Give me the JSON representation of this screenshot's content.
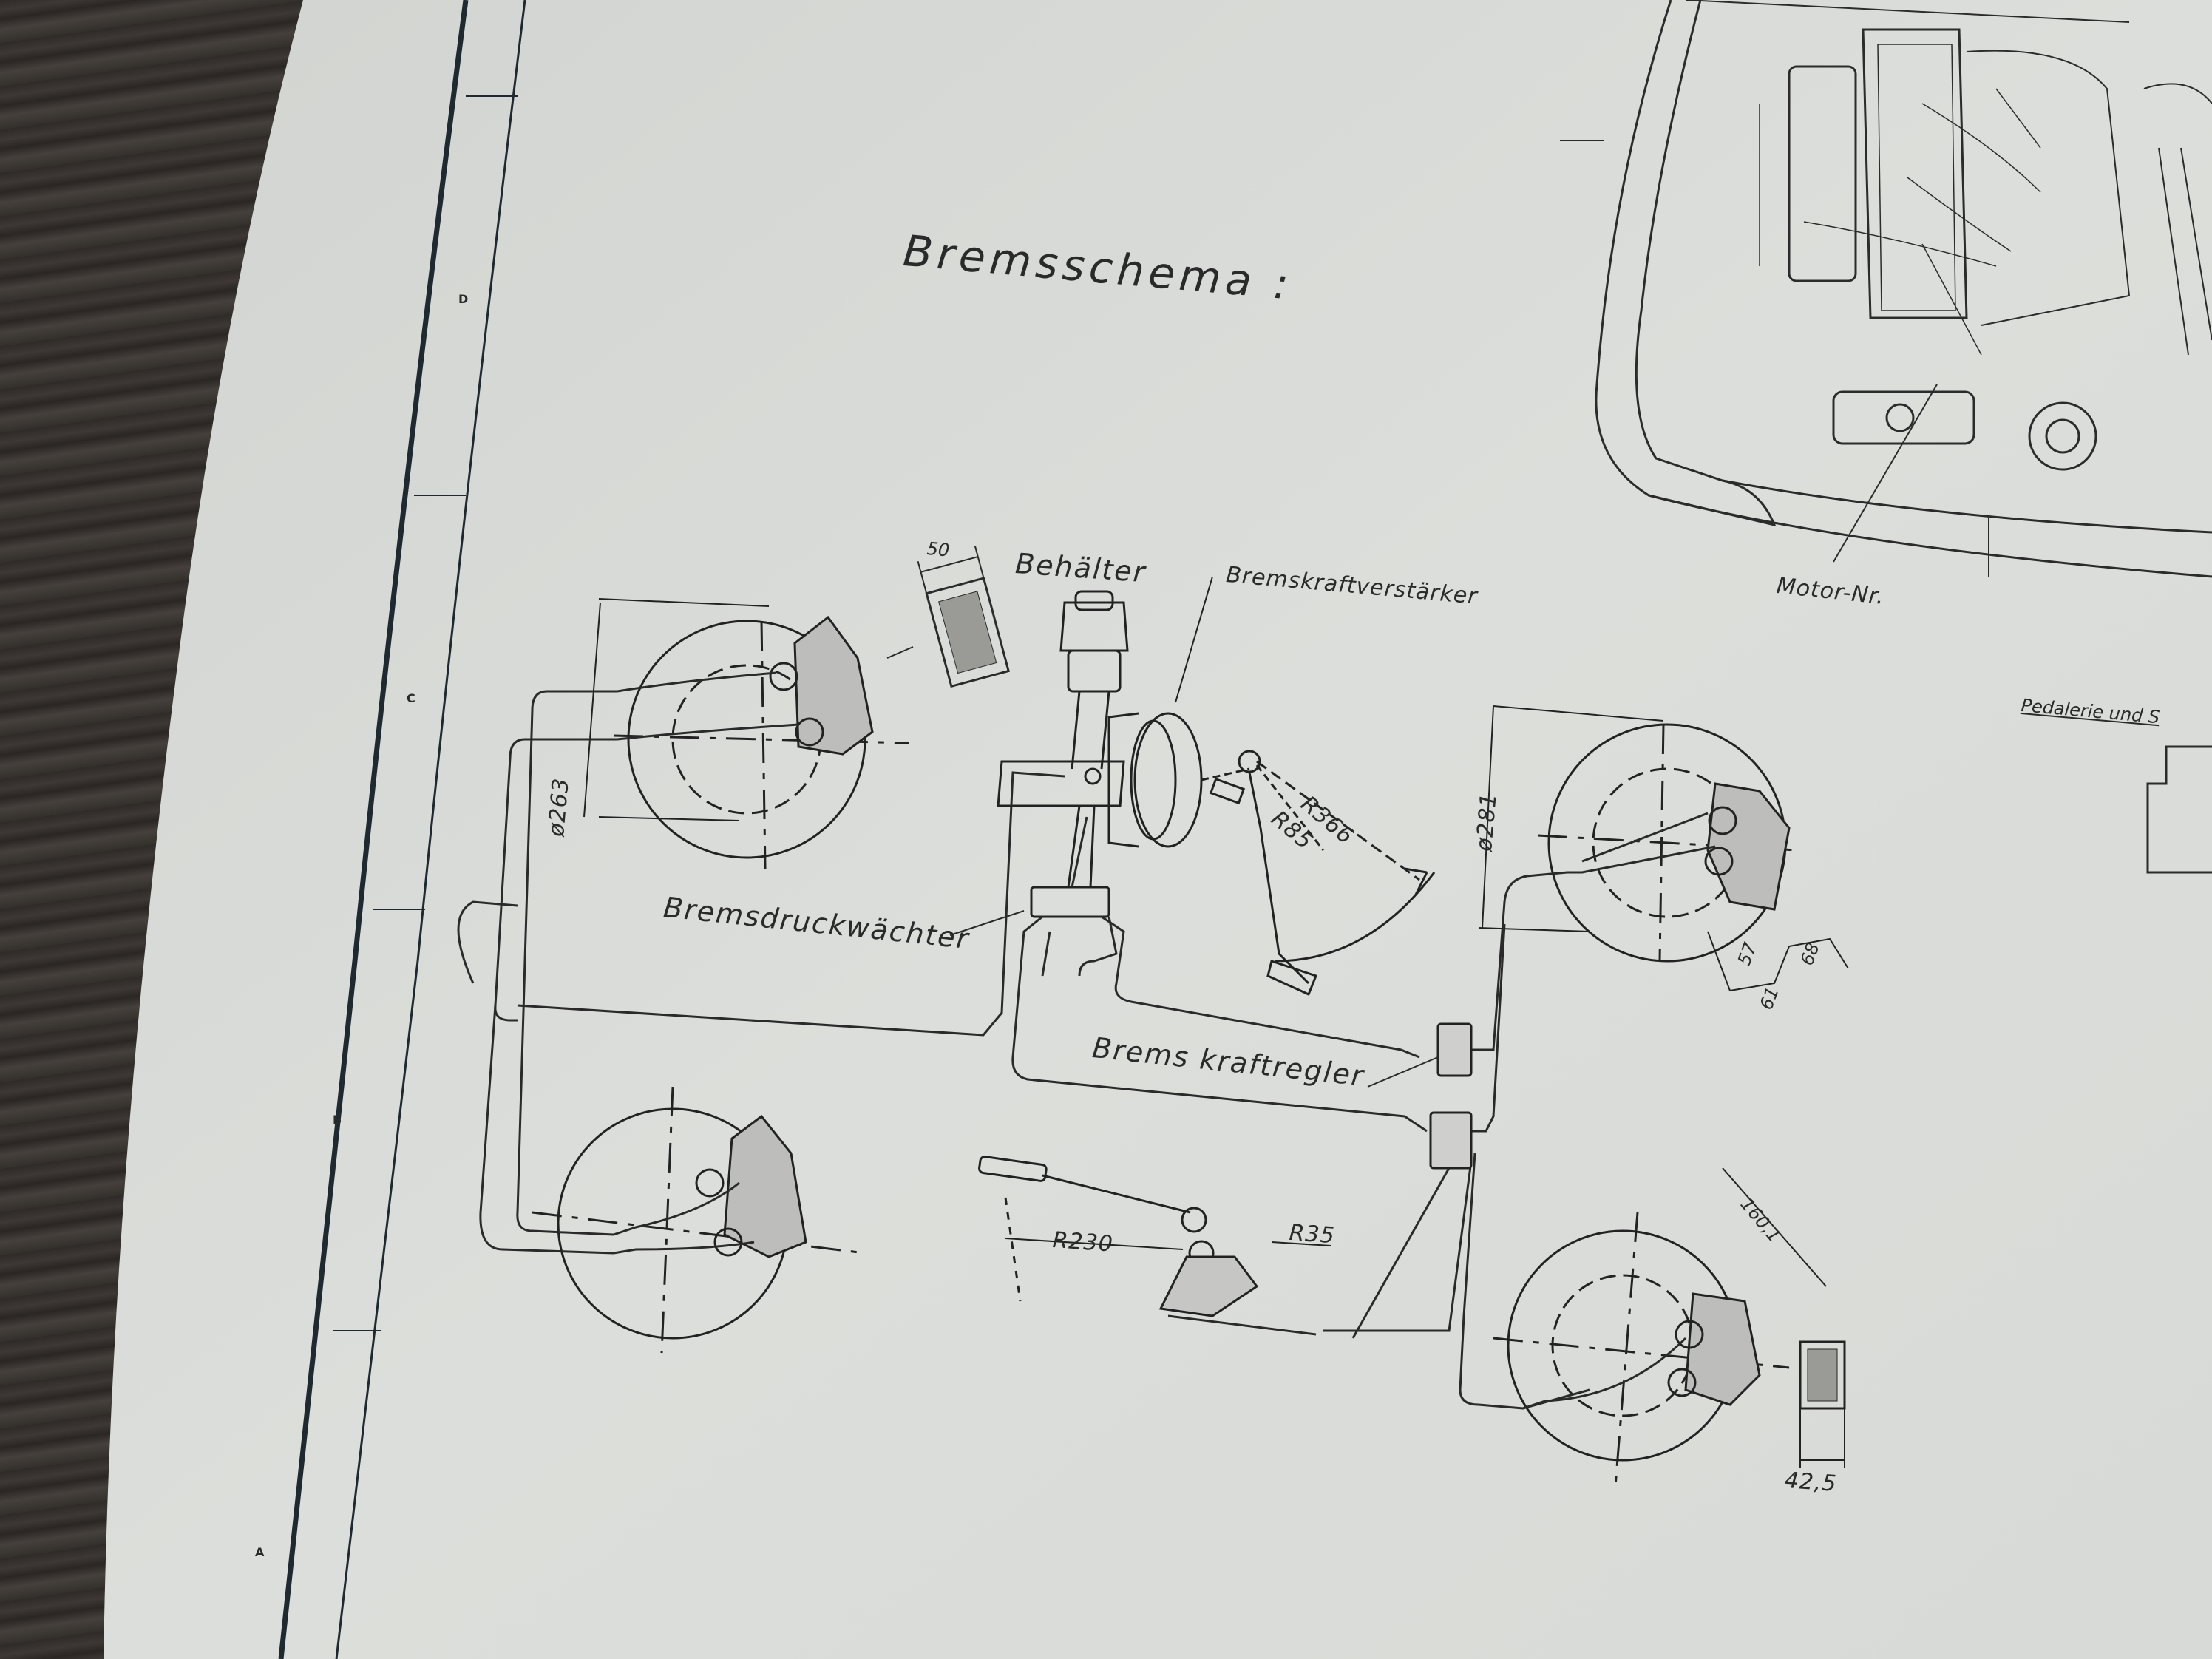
{
  "diagram": {
    "title": "Bremsschema :",
    "components": {
      "reservoir": "Behälter",
      "brake_booster": "Bremskraftverstärker",
      "pressure_warning": "Bremsdruckwächter",
      "force_regulator": "Brems kraftregler",
      "engine_number": "Motor-Nr.",
      "pedal_box": "Pedalerie und S"
    },
    "dimensions": {
      "pad_width": "50",
      "front_disc_diameter": "ø263",
      "rear_disc_diameter": "ø281",
      "pedal_radius_large": "R366",
      "pedal_radius_small": "R85",
      "handbrake_radius_large": "R230",
      "handbrake_radius_small": "R35",
      "caliper_dim_a": "57",
      "caliper_dim_b": "61",
      "caliper_dim_c": "68",
      "rear_dim": "160,1",
      "shoe_width": "42,5"
    },
    "margin_marks": [
      "D",
      "C",
      "B",
      "A"
    ]
  }
}
